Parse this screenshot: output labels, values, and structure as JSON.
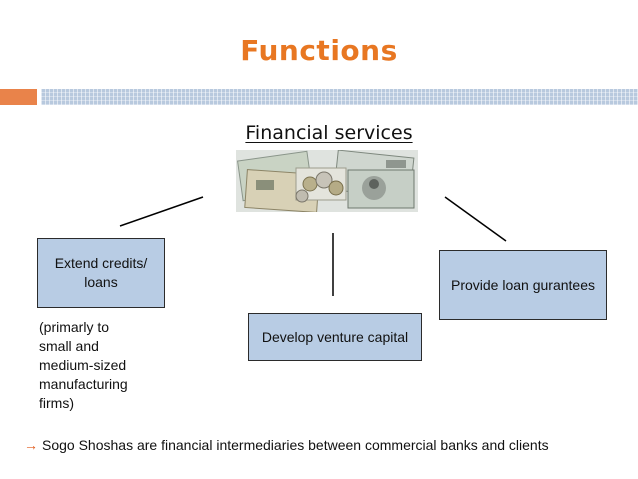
{
  "slide": {
    "title": "Functions",
    "subtitle": "Financial services",
    "boxes": {
      "credits": "Extend credits/\nloans",
      "venture": "Develop venture capital",
      "loan": "Provide loan gurantees"
    },
    "note": "(primarly to\nsmall and\nmedium-sized\nmanufacturing\nfirms)",
    "footer": {
      "icon": "right-arrow-icon",
      "text": "Sogo Shoshas are financial intermediaries between commercial banks and clients"
    }
  },
  "colors": {
    "title": "#e87722",
    "accent_bar_orange": "#e9834a",
    "accent_bar_blue": "#b8c9de",
    "box_fill": "#b8cce4",
    "arrow": "#e05a1b"
  }
}
